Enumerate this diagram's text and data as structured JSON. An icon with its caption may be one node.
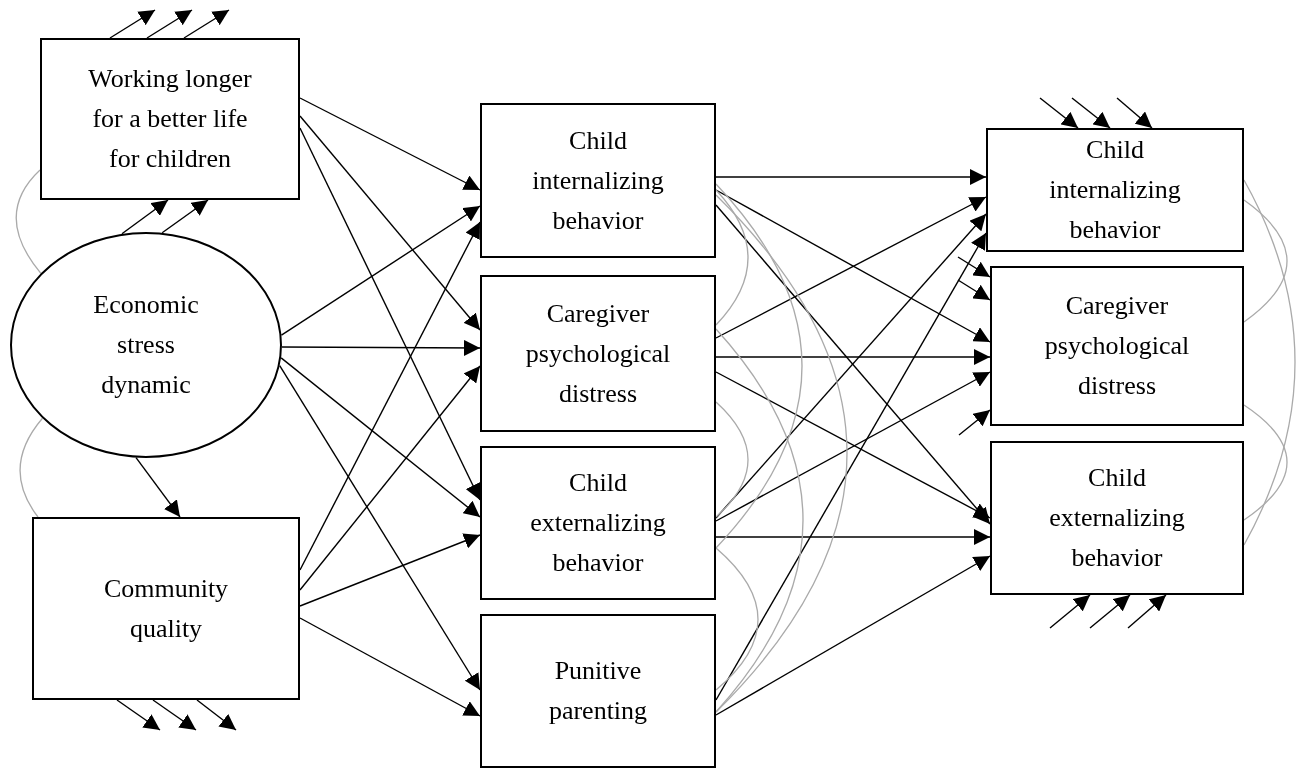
{
  "diagram": {
    "nodes": [
      {
        "text": [
          "Working longer for a better life for children"
        ]
      },
      {
        "text": [
          "Economic stress dynamic"
        ]
      },
      {
        "text": [
          "Community quality"
        ]
      },
      {
        "text": [
          "Child internalizing behavior"
        ]
      },
      {
        "text": [
          "Caregiver psychological distress"
        ]
      },
      {
        "text": [
          "Child externalizing behavior"
        ]
      },
      {
        "text": [
          "Punitive parenting"
        ]
      },
      {
        "text": [
          "Child internalizing behavior"
        ]
      },
      {
        "text": [
          "Caregiver psychological distress"
        ]
      },
      {
        "text": [
          "Child externalizing behavior"
        ]
      }
    ],
    "edges": [
      {
        "from": 0,
        "to": 3,
        "arrow": "to"
      },
      {
        "from": 0,
        "to": 4,
        "arrow": "to"
      },
      {
        "from": 0,
        "to": 5,
        "arrow": "to"
      },
      {
        "from": 1,
        "to": 3,
        "arrow": "to"
      },
      {
        "from": 1,
        "to": 4,
        "arrow": "to"
      },
      {
        "from": 1,
        "to": 5,
        "arrow": "to"
      },
      {
        "from": 1,
        "to": 6,
        "arrow": "to"
      },
      {
        "from": 2,
        "to": 3,
        "arrow": "to"
      },
      {
        "from": 2,
        "to": 4,
        "arrow": "to"
      },
      {
        "from": 2,
        "to": 5,
        "arrow": "to"
      },
      {
        "from": 2,
        "to": 6,
        "arrow": "to"
      },
      {
        "from": 3,
        "to": 7,
        "arrow": "to"
      },
      {
        "from": 3,
        "to": 8,
        "arrow": "to"
      },
      {
        "from": 3,
        "to": 9,
        "arrow": "to"
      },
      {
        "from": 4,
        "to": 7,
        "arrow": "to"
      },
      {
        "from": 4,
        "to": 8,
        "arrow": "to"
      },
      {
        "from": 4,
        "to": 9,
        "arrow": "to"
      },
      {
        "from": 5,
        "to": 7,
        "arrow": "to"
      },
      {
        "from": 5,
        "to": 8,
        "arrow": "to"
      },
      {
        "from": 5,
        "to": 9,
        "arrow": "to"
      },
      {
        "from": 6,
        "to": 7,
        "arrow": "to"
      },
      {
        "from": 6,
        "to": 9,
        "arrow": "to"
      },
      {
        "from": 0,
        "to": null,
        "arrow": "to"
      },
      {
        "from": 0,
        "to": null,
        "arrow": "to"
      },
      {
        "from": 0,
        "to": null,
        "arrow": "to"
      },
      {
        "from": 1,
        "to": 0,
        "arrow": "to"
      },
      {
        "from": 1,
        "to": 0,
        "arrow": "to"
      },
      {
        "from": 1,
        "to": 2,
        "arrow": "to"
      },
      {
        "from": 2,
        "to": null,
        "arrow": "to"
      },
      {
        "from": 2,
        "to": null,
        "arrow": "to"
      },
      {
        "from": 2,
        "to": null,
        "arrow": "to"
      },
      {
        "from": null,
        "to": 7,
        "arrow": "to"
      },
      {
        "from": null,
        "to": 7,
        "arrow": "to"
      },
      {
        "from": null,
        "to": 7,
        "arrow": "to"
      },
      {
        "from": null,
        "to": 8,
        "arrow": "to"
      },
      {
        "from": null,
        "to": 8,
        "arrow": "to"
      },
      {
        "from": null,
        "to": 8,
        "arrow": "to"
      },
      {
        "from": null,
        "to": 9,
        "arrow": "to"
      },
      {
        "from": null,
        "to": 9,
        "arrow": "to"
      },
      {
        "from": null,
        "to": 9,
        "arrow": "to"
      },
      {
        "from": 0,
        "to": 1,
        "arrow": "none",
        "color": "#aaaaaa"
      },
      {
        "from": 1,
        "to": 2,
        "arrow": "none",
        "color": "#aaaaaa"
      },
      {
        "from": 3,
        "to": 4,
        "arrow": "none",
        "color": "#aaaaaa"
      },
      {
        "from": 3,
        "to": 5,
        "arrow": "none",
        "color": "#aaaaaa"
      },
      {
        "from": 3,
        "to": 6,
        "arrow": "none",
        "color": "#aaaaaa"
      },
      {
        "from": 4,
        "to": 5,
        "arrow": "none",
        "color": "#aaaaaa"
      },
      {
        "from": 4,
        "to": 6,
        "arrow": "none",
        "color": "#aaaaaa"
      },
      {
        "from": 5,
        "to": 6,
        "arrow": "none",
        "color": "#aaaaaa"
      },
      {
        "from": 7,
        "to": 8,
        "arrow": "none",
        "color": "#aaaaaa"
      },
      {
        "from": 8,
        "to": 9,
        "arrow": "none",
        "color": "#aaaaaa"
      },
      {
        "from": 7,
        "to": 9,
        "arrow": "none",
        "color": "#aaaaaa"
      }
    ]
  }
}
